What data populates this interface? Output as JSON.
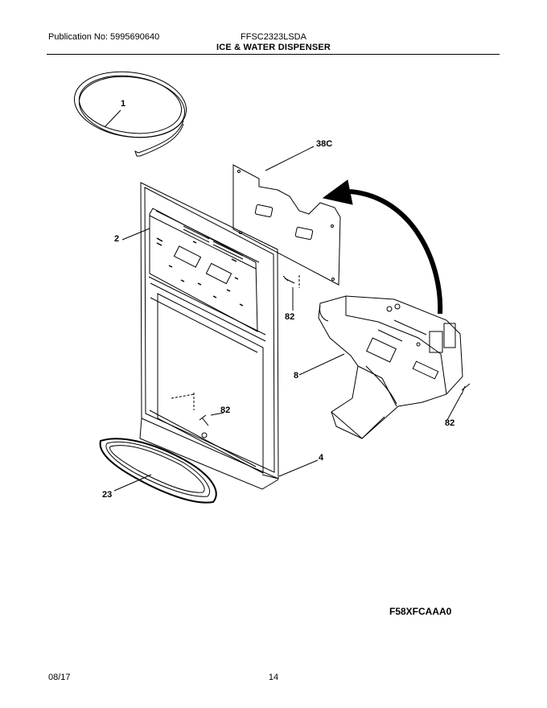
{
  "header": {
    "publication": "Publication No: 5995690640",
    "model": "FFSC2323LSDA",
    "title": "ICE & WATER DISPENSER"
  },
  "callouts": {
    "c1": "1",
    "c38c": "38C",
    "c2": "2",
    "c82a": "82",
    "c8": "8",
    "c82b": "82",
    "c82c": "82",
    "c4": "4",
    "c23": "23"
  },
  "figure_code": "F58XFCAAA0",
  "footer": {
    "date": "08/17",
    "page": "14"
  }
}
